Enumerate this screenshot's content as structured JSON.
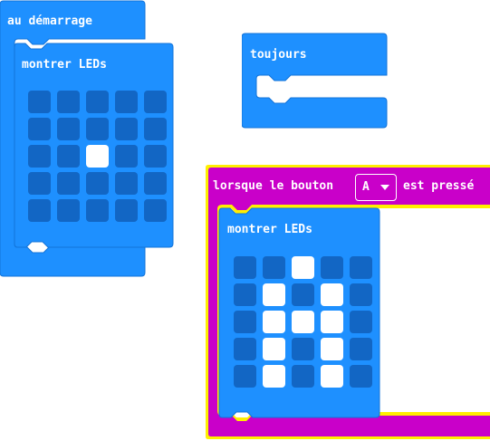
{
  "colors": {
    "basic_blue": "#1e90ff",
    "led_off": "#1266c4",
    "led_on": "#ffffff",
    "input_magenta": "#c900c9",
    "highlight_yellow": "#ffef00"
  },
  "on_start": {
    "label": "au démarrage",
    "show_leds": {
      "label": "montrer LEDs",
      "leds": [
        [
          0,
          0,
          0,
          0,
          0
        ],
        [
          0,
          0,
          0,
          0,
          0
        ],
        [
          0,
          0,
          1,
          0,
          0
        ],
        [
          0,
          0,
          0,
          0,
          0
        ],
        [
          0,
          0,
          0,
          0,
          0
        ]
      ]
    }
  },
  "forever": {
    "label": "toujours"
  },
  "on_button": {
    "label_prefix": "lorsque le bouton",
    "button_value": "A",
    "label_suffix": "est pressé",
    "show_leds": {
      "label": "montrer LEDs",
      "leds": [
        [
          0,
          0,
          1,
          0,
          0
        ],
        [
          0,
          1,
          0,
          1,
          0
        ],
        [
          0,
          1,
          1,
          1,
          0
        ],
        [
          0,
          1,
          0,
          1,
          0
        ],
        [
          0,
          1,
          0,
          1,
          0
        ]
      ]
    }
  }
}
